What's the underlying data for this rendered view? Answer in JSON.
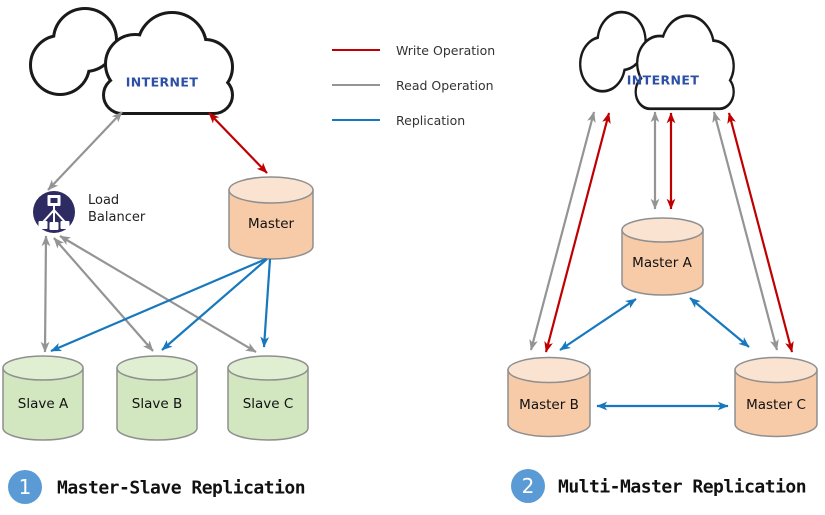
{
  "colors": {
    "write_operation": "#c00000",
    "read_operation": "#949494",
    "replication": "#1878be",
    "master_cylinder_fill": "#f7cba8",
    "master_cylinder_top": "#fbe3d2",
    "slave_cylinder_fill": "#d2e7c0",
    "slave_cylinder_top": "#e0eed2",
    "load_balancer_circle": "#2e2a62",
    "caption_badge": "#5b9bd5",
    "internet_text": "#2b50a5",
    "cloud_outline": "#1a1a1a"
  },
  "legend": {
    "items": [
      {
        "label": "Write Operation",
        "color": "#c00000"
      },
      {
        "label": "Read Operation",
        "color": "#949494"
      },
      {
        "label": "Replication",
        "color": "#1878be"
      }
    ]
  },
  "diagram1": {
    "badge": "1",
    "title": "Master-Slave Replication",
    "cloud_label": "INTERNET",
    "load_balancer": {
      "line1": "Load",
      "line2": "Balancer"
    },
    "nodes": {
      "master": "Master",
      "slave_a": "Slave A",
      "slave_b": "Slave B",
      "slave_c": "Slave C"
    }
  },
  "diagram2": {
    "badge": "2",
    "title": "Multi-Master Replication",
    "cloud_label": "INTERNET",
    "nodes": {
      "master_a": "Master A",
      "master_b": "Master B",
      "master_c": "Master C"
    }
  }
}
